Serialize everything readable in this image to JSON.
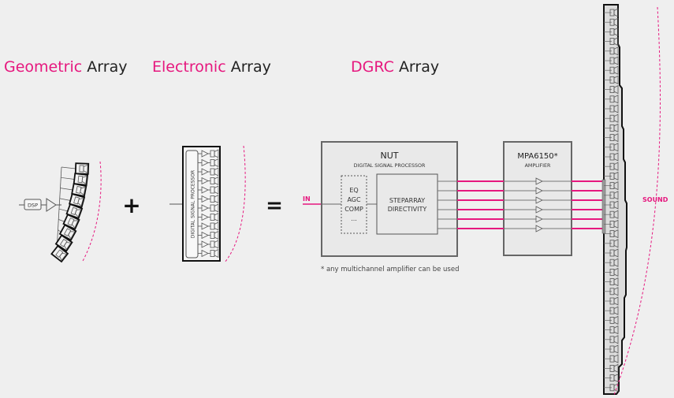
{
  "titles": {
    "geometric": {
      "accent": "Geometric",
      "rest": "Array"
    },
    "electronic": {
      "accent": "Electronic",
      "rest": "Array"
    },
    "dgrc": {
      "accent": "DGRC",
      "rest": "Array"
    }
  },
  "symbols": {
    "plus": "+",
    "equals": "="
  },
  "geometric": {
    "dsp_label": "DSP"
  },
  "electronic": {
    "processor_label": "DIGITAL SIGNAL PROCESSOR"
  },
  "dgrc": {
    "input_label": "IN",
    "nut": {
      "title": "NUT",
      "subtitle": "DIGITAL SIGNAL PROCESSOR",
      "eq_lines": [
        "EQ",
        "AGC",
        "COMP",
        "..."
      ],
      "directivity_lines": [
        "STEPARRAY",
        "DIRECTIVITY"
      ]
    },
    "amp": {
      "title": "MPA6150*",
      "subtitle": "AMPLIFIER"
    },
    "output_label": "SOUND",
    "footnote": "* any multichannel amplifier can be used"
  },
  "colors": {
    "accent": "#e6177e",
    "line": "#555555",
    "box_fill": "#e9e9e9"
  }
}
